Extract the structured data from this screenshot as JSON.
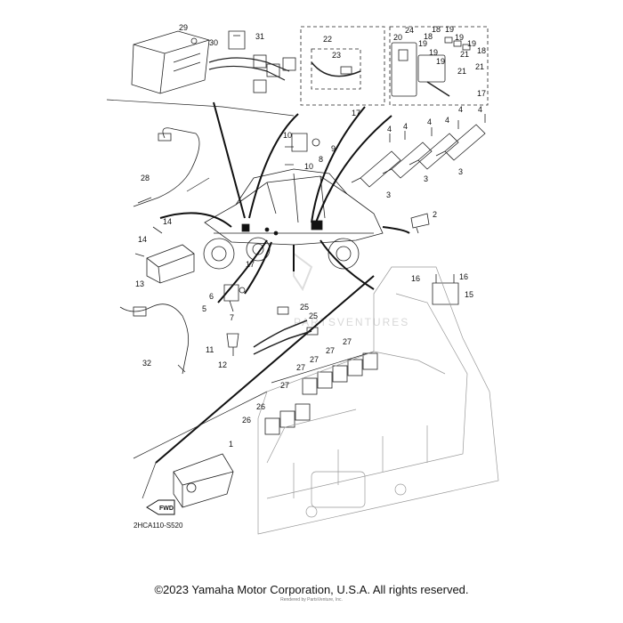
{
  "diagram": {
    "part_numbers": [
      "1",
      "2",
      "3",
      "4",
      "5",
      "6",
      "7",
      "8",
      "9",
      "10",
      "11",
      "12",
      "13",
      "14",
      "15",
      "16",
      "17",
      "18",
      "19",
      "20",
      "21",
      "22",
      "23",
      "24",
      "25",
      "26",
      "27",
      "28",
      "29",
      "30",
      "31",
      "32"
    ],
    "figure_code": "2HCA110-S520",
    "fwd_label": "FWD",
    "watermark": "PARTSVENTURES"
  },
  "footer": {
    "copyright": "©2023 Yamaha Motor Corporation, U.S.A. All rights reserved.",
    "rendered_by": "Rendered by PartsVenture, Inc."
  }
}
